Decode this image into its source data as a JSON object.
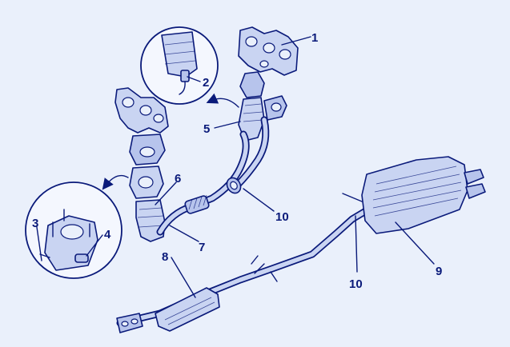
{
  "diagram": {
    "callouts": [
      {
        "id": "c1",
        "label": "1"
      },
      {
        "id": "c2",
        "label": "2"
      },
      {
        "id": "c3",
        "label": "3"
      },
      {
        "id": "c4",
        "label": "4"
      },
      {
        "id": "c5",
        "label": "5"
      },
      {
        "id": "c6",
        "label": "6"
      },
      {
        "id": "c7",
        "label": "7"
      },
      {
        "id": "c8",
        "label": "8"
      },
      {
        "id": "c9",
        "label": "9"
      },
      {
        "id": "c10a",
        "label": "10"
      },
      {
        "id": "c10b",
        "label": "10"
      }
    ]
  },
  "colors": {
    "background": "#eaf0fb",
    "line": "#0a1a7a",
    "fill": "#c9d4f2"
  }
}
